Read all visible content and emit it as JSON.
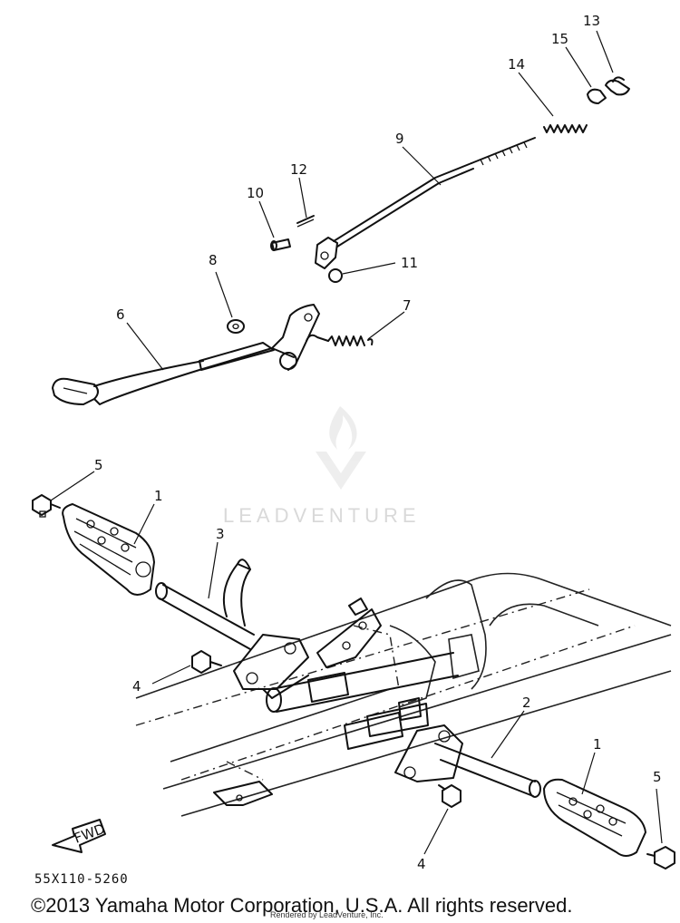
{
  "diagram": {
    "callouts": [
      {
        "id": "c13",
        "text": "13"
      },
      {
        "id": "c15",
        "text": "15"
      },
      {
        "id": "c14",
        "text": "14"
      },
      {
        "id": "c9",
        "text": "9"
      },
      {
        "id": "c12",
        "text": "12"
      },
      {
        "id": "c10",
        "text": "10"
      },
      {
        "id": "c11",
        "text": "11"
      },
      {
        "id": "c8",
        "text": "8"
      },
      {
        "id": "c7",
        "text": "7"
      },
      {
        "id": "c6",
        "text": "6"
      },
      {
        "id": "c5a",
        "text": "5"
      },
      {
        "id": "c1a",
        "text": "1"
      },
      {
        "id": "c3",
        "text": "3"
      },
      {
        "id": "c4a",
        "text": "4"
      },
      {
        "id": "c2",
        "text": "2"
      },
      {
        "id": "c1b",
        "text": "1"
      },
      {
        "id": "c5b",
        "text": "5"
      },
      {
        "id": "c4b",
        "text": "4"
      }
    ],
    "fwd_label": "FWD",
    "drawing_code": "55X110-5260"
  },
  "watermark": {
    "text": "LEADVENTURE"
  },
  "footer": {
    "copyright": "©2013 Yamaha Motor Corporation, U.S.A. All rights reserved.",
    "render_credit": "Rendered by LeadVenture, Inc."
  }
}
